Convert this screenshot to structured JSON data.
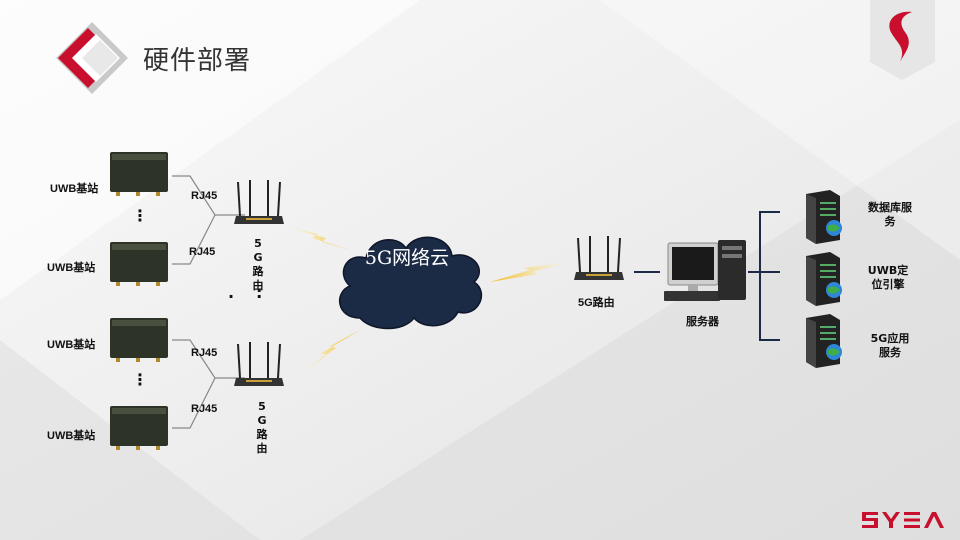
{
  "slide": {
    "title": "硬件部署"
  },
  "left": {
    "uwb_label": "UWB基站",
    "rj45_label": "RJ45",
    "router_label": "5G路由",
    "vertical_dots": "⋮",
    "colon_dots": ":",
    "single_dot": "."
  },
  "cloud": {
    "label": "5G网络云"
  },
  "right": {
    "router_label": "5G路由",
    "server_label": "服务器",
    "services": [
      "数据库服务",
      "UWB定位引擎",
      "5G应用服务"
    ]
  },
  "brand": {
    "logo_text": "SYEA"
  },
  "colors": {
    "accent": "#c8102e",
    "cloud": "#1b2a45",
    "line": "#1b2a45",
    "lightning": "#f2c21b"
  }
}
